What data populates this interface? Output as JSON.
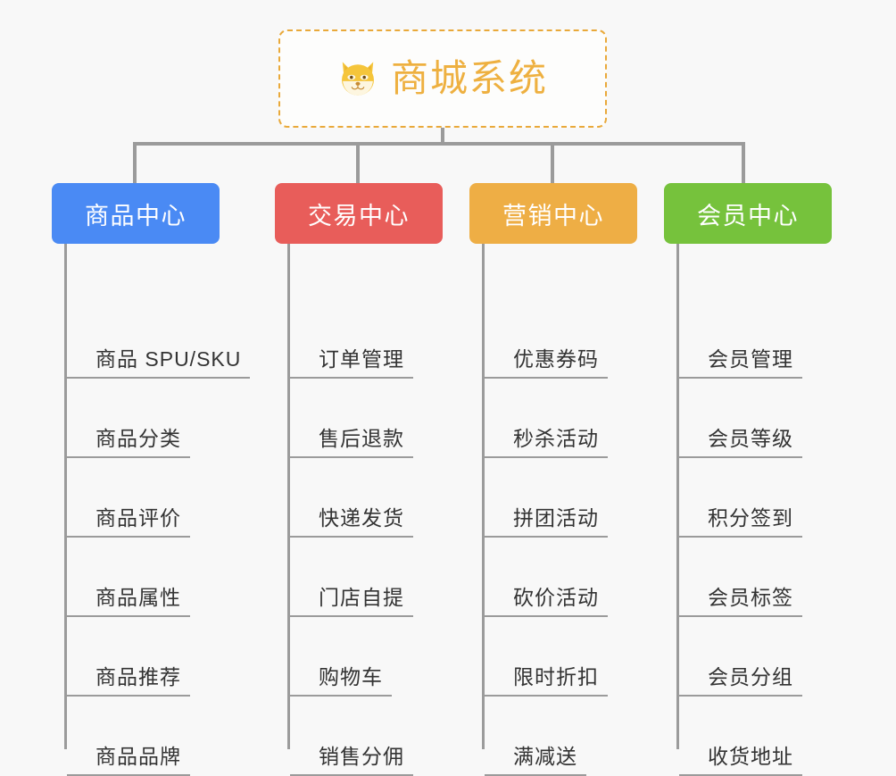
{
  "diagram": {
    "type": "mindmap",
    "background_color": "#f8f8f8",
    "connector_color": "#9b9b9b",
    "root": {
      "title": "商城系统",
      "icon": "shiba-dog-face-icon",
      "border_color": "#e9a93a",
      "text_color": "#eeb040"
    },
    "branches": [
      {
        "label": "商品中心",
        "color": "#4a8af4",
        "items": [
          "商品 SPU/SKU",
          "商品分类",
          "商品评价",
          "商品属性",
          "商品推荐",
          "商品品牌"
        ]
      },
      {
        "label": "交易中心",
        "color": "#e85d5a",
        "items": [
          "订单管理",
          "售后退款",
          "快递发货",
          "门店自提",
          "购物车",
          "销售分佣"
        ]
      },
      {
        "label": "营销中心",
        "color": "#eeae45",
        "items": [
          "优惠券码",
          "秒杀活动",
          "拼团活动",
          "砍价活动",
          "限时折扣",
          "满减送"
        ]
      },
      {
        "label": "会员中心",
        "color": "#76c23c",
        "items": [
          "会员管理",
          "会员等级",
          "积分签到",
          "会员标签",
          "会员分组",
          "收货地址"
        ]
      }
    ]
  }
}
